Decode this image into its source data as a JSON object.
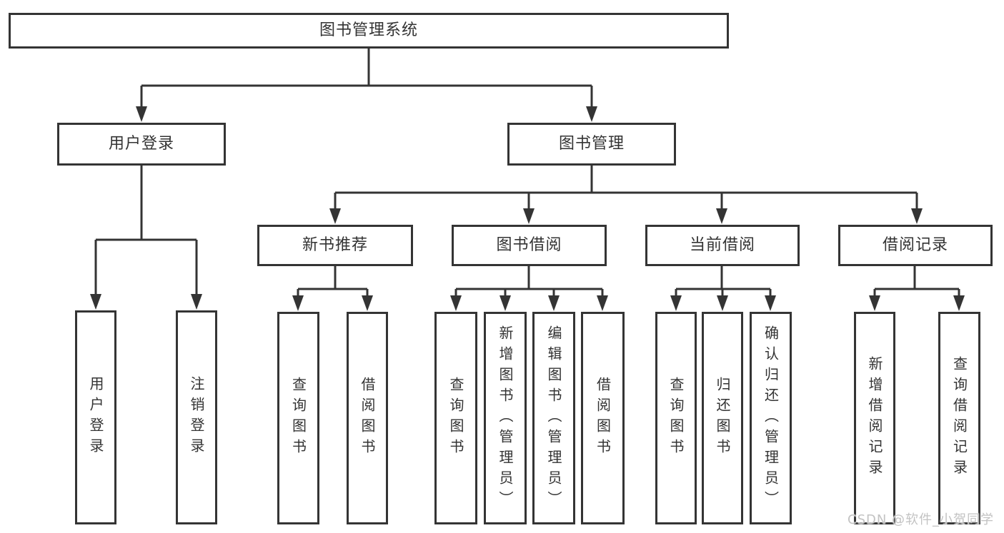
{
  "diagram": {
    "root": {
      "label": "图书管理系统"
    },
    "level2": [
      {
        "label": "用户登录"
      },
      {
        "label": "图书管理"
      }
    ],
    "level3": [
      {
        "label": "新书推荐"
      },
      {
        "label": "图书借阅"
      },
      {
        "label": "当前借阅"
      },
      {
        "label": "借阅记录"
      }
    ],
    "leaves": [
      {
        "label": "用户登录"
      },
      {
        "label": "注销登录"
      },
      {
        "label": "查询图书"
      },
      {
        "label": "借阅图书"
      },
      {
        "label": "查询图书"
      },
      {
        "label": "新增图书（管理员）"
      },
      {
        "label": "编辑图书（管理员）"
      },
      {
        "label": "借阅图书"
      },
      {
        "label": "查询图书"
      },
      {
        "label": "归还图书"
      },
      {
        "label": "确认归还（管理员）"
      },
      {
        "label": "新增借阅记录"
      },
      {
        "label": "查询借阅记录"
      }
    ]
  },
  "watermark": {
    "text": "CSDN @软件_小贺同学"
  },
  "colors": {
    "line": "#343434",
    "text": "#333333",
    "watermark": "#c3c3c3"
  }
}
